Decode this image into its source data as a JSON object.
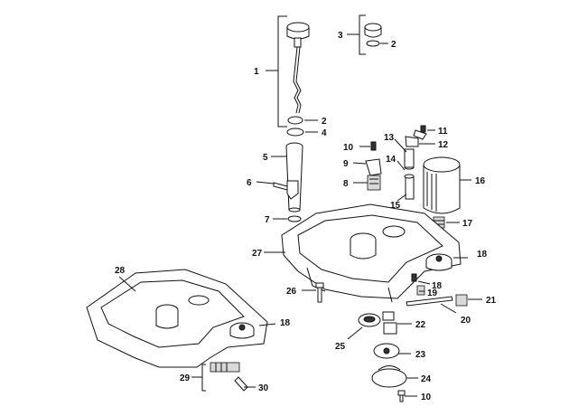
{
  "diagram": {
    "callouts": [
      "1",
      "2",
      "2",
      "3",
      "4",
      "5",
      "6",
      "7",
      "8",
      "9",
      "10",
      "10",
      "11",
      "12",
      "13",
      "14",
      "15",
      "16",
      "17",
      "18",
      "18",
      "18",
      "19",
      "20",
      "21",
      "22",
      "23",
      "24",
      "25",
      "26",
      "27",
      "28",
      "29",
      "30"
    ]
  }
}
